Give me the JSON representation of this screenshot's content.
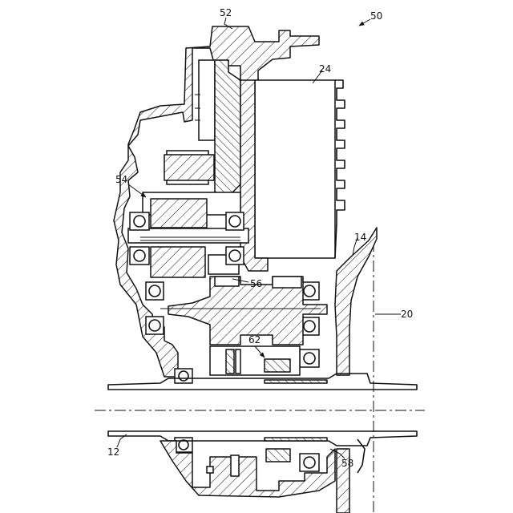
{
  "figure": {
    "labels": {
      "ref_50": "50",
      "ref_52": "52",
      "ref_24": "24",
      "ref_54": "54",
      "ref_14": "14",
      "ref_56": "56",
      "ref_20": "20",
      "ref_62": "62",
      "ref_12": "12",
      "ref_58": "58"
    }
  }
}
